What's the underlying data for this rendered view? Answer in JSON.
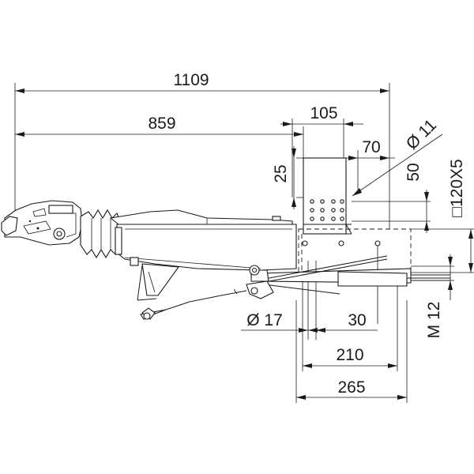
{
  "dimensions": {
    "overall_length": "1109",
    "length_to_flange": "859",
    "flange_width": "105",
    "hole_offset_70": "70",
    "hole_diameter": "Ø 11",
    "dim_25": "25",
    "dim_50": "50",
    "profile_size": "□120X5",
    "dim_30": "30",
    "dim_210": "210",
    "dim_265": "265",
    "pivot_diameter": "Ø 17",
    "thread": "M 12"
  },
  "colors": {
    "ink": "#1a1a1a",
    "background": "#ffffff"
  }
}
